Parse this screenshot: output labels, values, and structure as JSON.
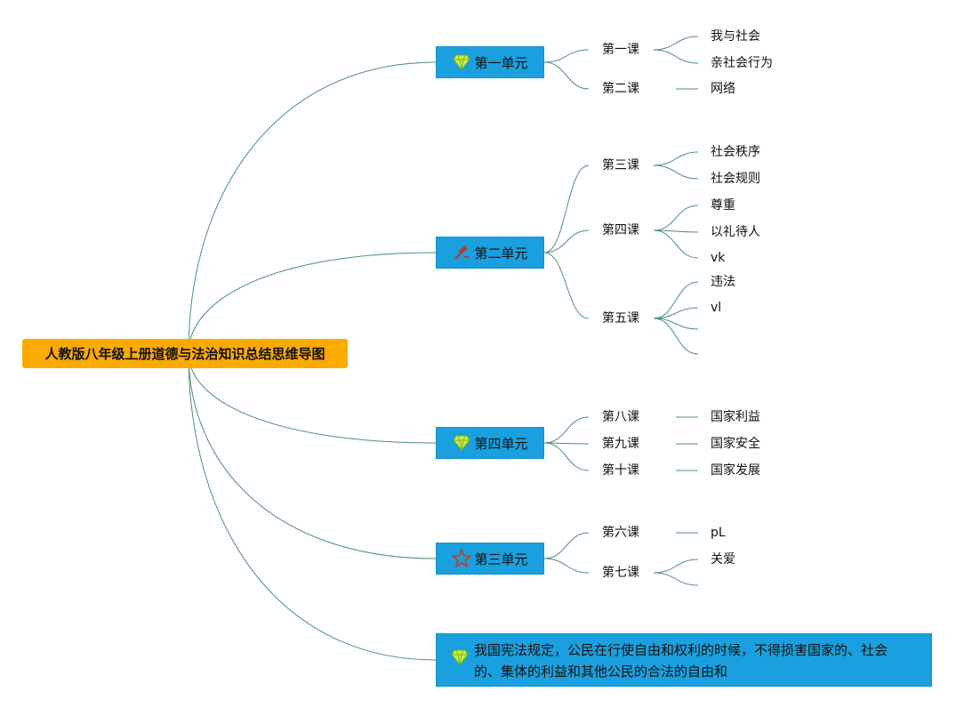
{
  "root": {
    "title": "人教版八年级上册道德与法治知识总结思维导图"
  },
  "units": [
    {
      "label": "第一单元",
      "icon": "diamond-icon",
      "lessons": [
        {
          "label": "第一课",
          "topics": [
            "我与社会",
            "亲社会行为"
          ]
        },
        {
          "label": "第二课",
          "topics": [
            "网络"
          ]
        }
      ]
    },
    {
      "label": "第二单元",
      "icon": "gavel-icon",
      "lessons": [
        {
          "label": "第三课",
          "topics": [
            "社会秩序",
            "社会规则"
          ]
        },
        {
          "label": "第四课",
          "topics": [
            "尊重",
            "以礼待人",
            "vk"
          ]
        },
        {
          "label": "第五课",
          "topics": [
            "违法",
            "vl",
            "",
            ""
          ]
        }
      ]
    },
    {
      "label": "第四单元",
      "icon": "diamond-icon",
      "lessons": [
        {
          "label": "第八课",
          "topics": [
            "国家利益"
          ]
        },
        {
          "label": "第九课",
          "topics": [
            "国家安全"
          ]
        },
        {
          "label": "第十课",
          "topics": [
            "国家发展"
          ]
        }
      ]
    },
    {
      "label": "第三单元",
      "icon": "star-icon",
      "lessons": [
        {
          "label": "第六课",
          "topics": [
            "pL"
          ]
        },
        {
          "label": "第七课",
          "topics": [
            "关爱",
            ""
          ]
        }
      ]
    }
  ],
  "note": {
    "icon": "diamond-icon",
    "line1": "我国宪法规定，公民在行使自由和权利的时候，不得损害国家的、社会",
    "line2": "的、集体的利益和其他公民的合法的自由和"
  },
  "colors": {
    "root": "#fbaa00",
    "unit": "#1aa0de",
    "connector": "#4e8f7a"
  }
}
